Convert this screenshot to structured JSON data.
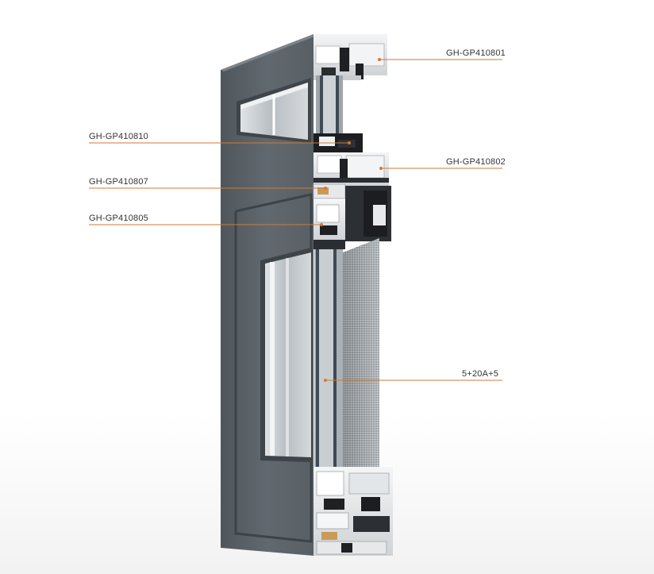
{
  "callouts": {
    "gp410801": "GH-GP410801",
    "gp410810": "GH-GP410810",
    "gp410802": "GH-GP410802",
    "gp410807": "GH-GP410807",
    "gp410805": "GH-GP410805",
    "glass": "5+20A+5"
  },
  "colors": {
    "frame_grey": "#5d6469",
    "profile_white": "#e9ebec",
    "thermal_break": "#1b1d20",
    "leader_orange": "#d07a36",
    "mesh": "#a5abb0"
  }
}
